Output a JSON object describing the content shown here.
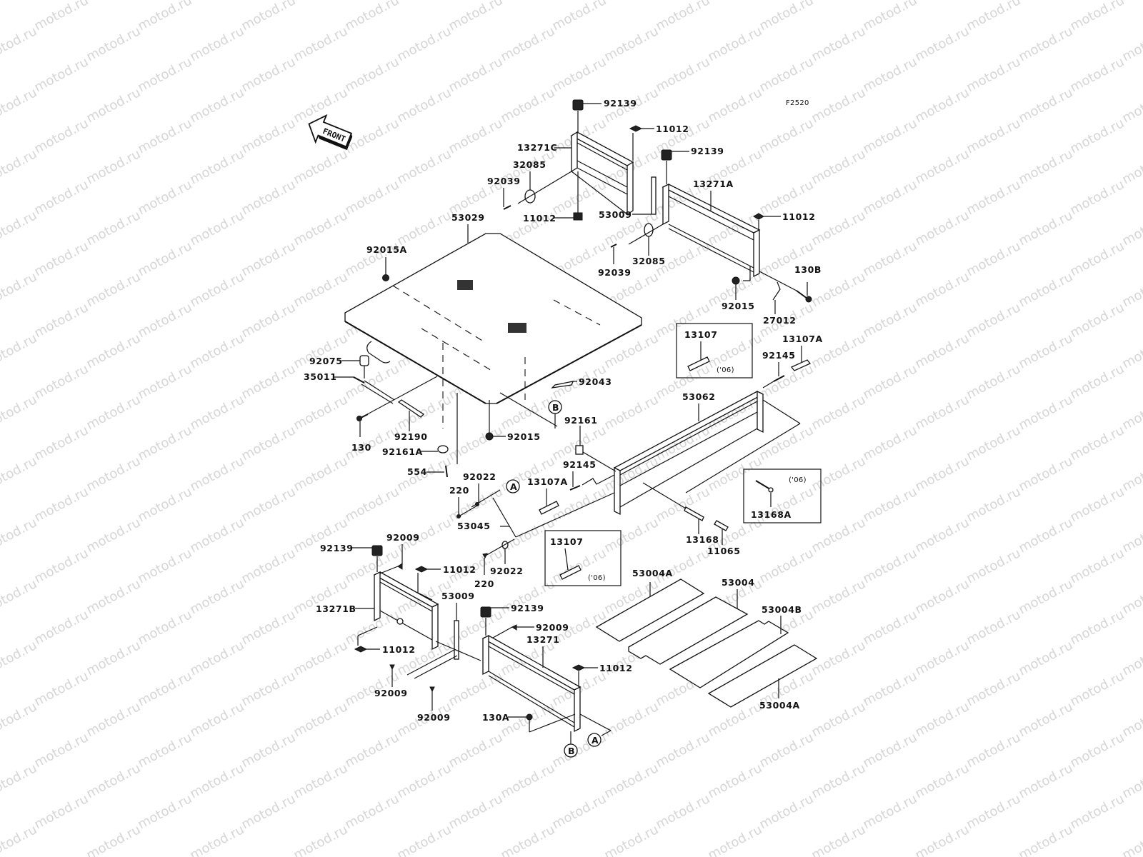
{
  "diagram": {
    "figure_code": "F2520",
    "watermark": "motod.ru",
    "direction_arrow": "FRONT",
    "accent_color": "#111111",
    "watermark_color": "#d6d6d6",
    "labels": {
      "p92139_top": "92139",
      "p11012_a": "11012",
      "p13271C": "13271C",
      "p32085_a": "32085",
      "p92039_a": "92039",
      "p11012_b": "11012",
      "p92139_b": "92139",
      "p13271A": "13271A",
      "p53009_a": "53009",
      "p11012_c": "11012",
      "p32085_b": "32085",
      "p92039_b": "92039",
      "p53029": "53029",
      "p92015A": "92015A",
      "p130B": "130B",
      "p92015_a": "92015",
      "p27012": "27012",
      "p13107_box1": "13107",
      "p06_box1": "('06)",
      "p13107A_a": "13107A",
      "p92145_a": "92145",
      "p92075": "92075",
      "p35011": "35011",
      "p92043": "92043",
      "p53062": "53062",
      "p130": "130",
      "p92190": "92190",
      "p92161A": "92161A",
      "p92015_b": "92015",
      "p92161": "92161",
      "p554": "554",
      "p220_a": "220",
      "p92022_a": "92022",
      "p13107A_b": "13107A",
      "p92145_b": "92145",
      "p53045": "53045",
      "p06_box3": "('06)",
      "p13168A": "13168A",
      "p13168": "13168",
      "p11065": "11065",
      "p13107_box2": "13107",
      "p06_box2": "('06)",
      "p92139_c": "92139",
      "p92009_a": "92009",
      "p11012_d": "11012",
      "p92022_b": "92022",
      "p220_b": "220",
      "p13271B": "13271B",
      "p53009_b": "53009",
      "p92139_d": "92139",
      "p92009_b": "92009",
      "p13271": "13271",
      "p11012_e": "11012",
      "p11012_f": "11012",
      "p92009_c": "92009",
      "p92009_d": "92009",
      "p130A": "130A",
      "p53004A_a": "53004A",
      "p53004": "53004",
      "p53004B": "53004B",
      "p53004A_b": "53004A",
      "ref_A": "A",
      "ref_B": "B"
    }
  }
}
